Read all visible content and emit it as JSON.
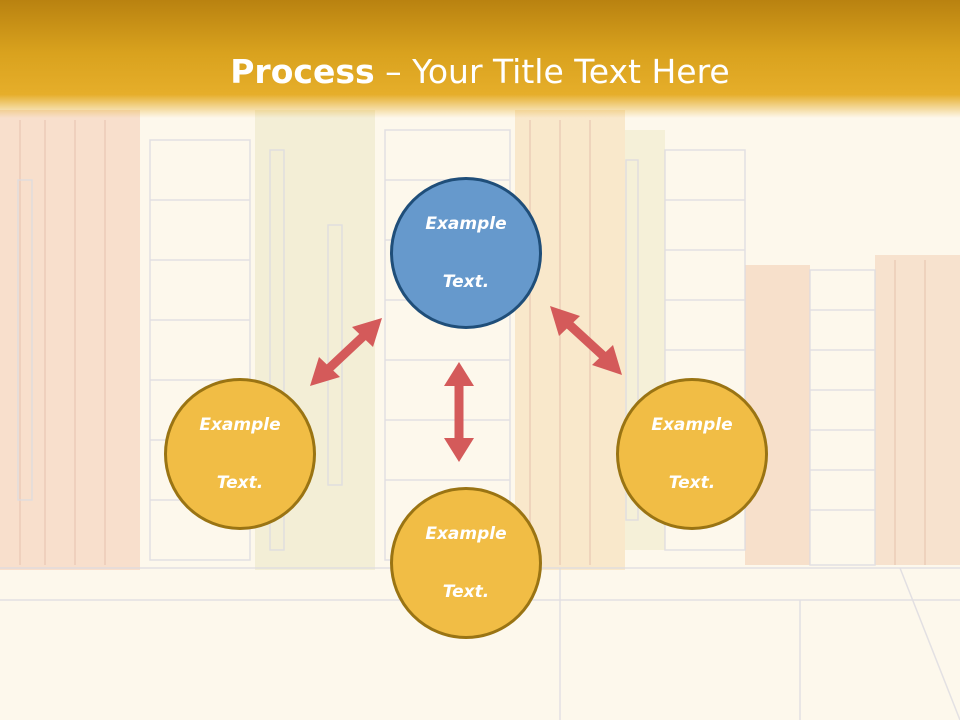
{
  "title": {
    "bold": "Process",
    "rest": " – Your Title Text Here"
  },
  "diagram": {
    "top_node": {
      "line1": "Example",
      "line2": "Text."
    },
    "left_node": {
      "line1": "Example",
      "line2": "Text."
    },
    "right_node": {
      "line1": "Example",
      "line2": "Text."
    },
    "bottom_node": {
      "line1": "Example",
      "line2": "Text."
    }
  },
  "colors": {
    "header": "#d9a21e",
    "node_blue": "#6699cc",
    "node_gold": "#f1bd45",
    "arrow": "#d45a5a"
  }
}
